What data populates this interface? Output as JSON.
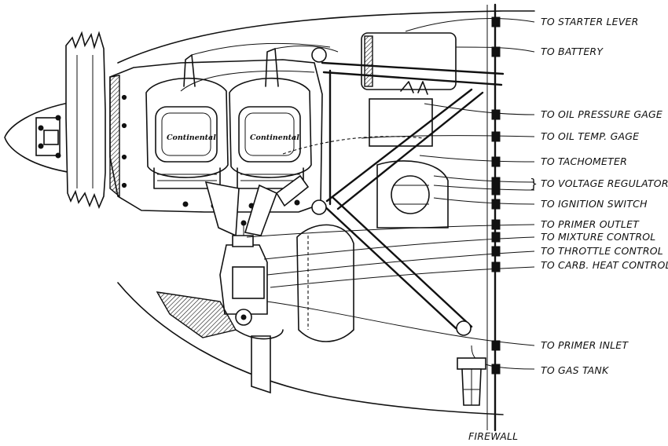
{
  "labels": {
    "starter_lever": "TO STARTER LEVER",
    "battery": "TO BATTERY",
    "oil_pressure_gage": "TO OIL PRESSURE GAGE",
    "oil_temp_gage": "TO OIL TEMP. GAGE",
    "tachometer": "TO TACHOMETER",
    "voltage_regulator": "TO VOLTAGE REGULATOR",
    "ignition_switch": "TO IGNITION SWITCH",
    "primer_outlet": "TO PRIMER OUTLET",
    "mixture_control": "TO MIXTURE CONTROL",
    "throttle_control": "TO THROTTLE CONTROL",
    "carb_heat_control": "TO CARB. HEAT CONTROL",
    "primer_inlet": "TO PRIMER INLET",
    "gas_tank": "TO GAS TANK",
    "firewall": "FIREWALL",
    "voltage_regulator_brace": "}"
  },
  "engine_brand": {
    "left_cylinder": "Continental",
    "right_cylinder": "Continental"
  }
}
